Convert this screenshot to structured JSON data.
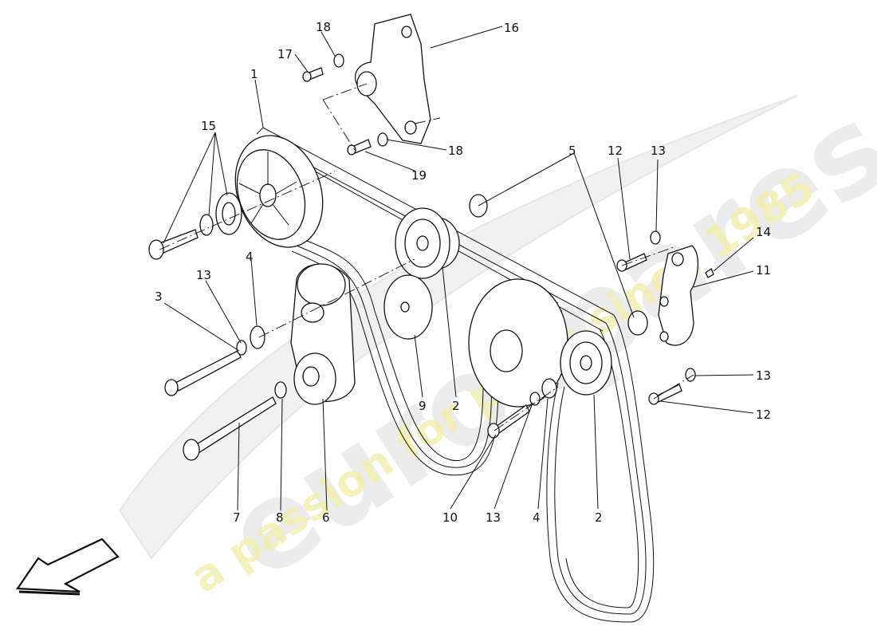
{
  "watermark": {
    "brand": "eurospares",
    "tagline": "a passion for parts since 1985"
  },
  "callouts": {
    "c1": "1",
    "c2a": "2",
    "c2b": "2",
    "c3": "3",
    "c4a": "4",
    "c4b": "4",
    "c5": "5",
    "c6": "6",
    "c7": "7",
    "c8": "8",
    "c9": "9",
    "c10": "10",
    "c11": "11",
    "c12a": "12",
    "c12b": "12",
    "c13a": "13",
    "c13b": "13",
    "c13c": "13",
    "c13d": "13",
    "c14": "14",
    "c15": "15",
    "c16": "16",
    "c17": "17",
    "c18a": "18",
    "c18b": "18",
    "c19": "19"
  },
  "colors": {
    "line": "#111111",
    "watermark_brand": "#dcdcdc",
    "watermark_tagline": "#f2eeb0"
  }
}
